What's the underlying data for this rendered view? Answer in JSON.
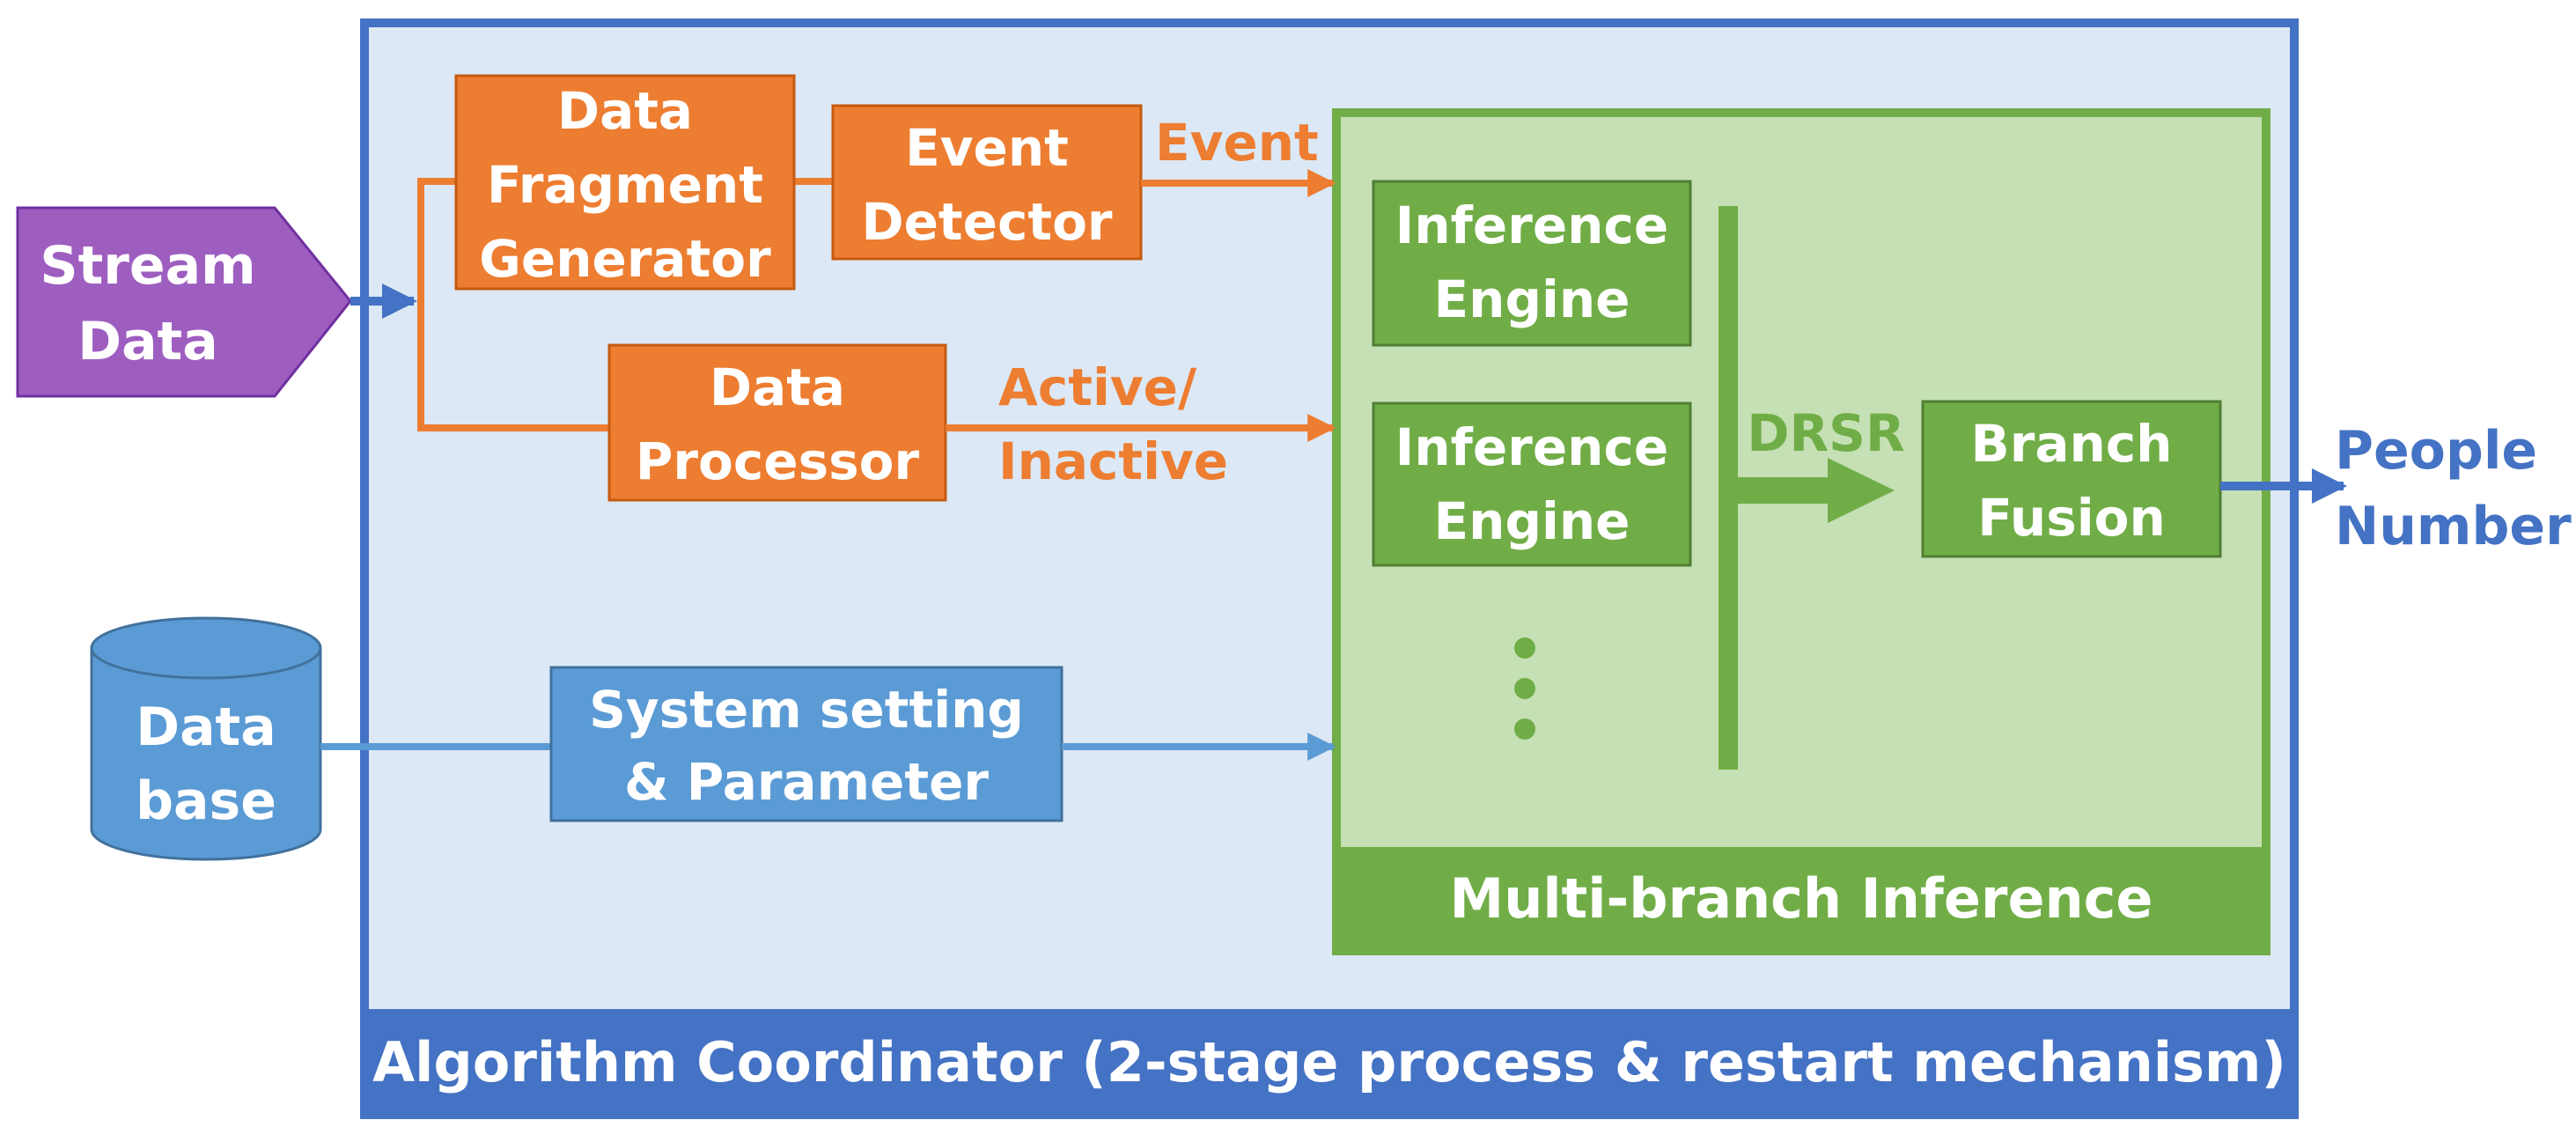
{
  "stream_data": {
    "line1": "Stream",
    "line2": "Data"
  },
  "database": {
    "line1": "Data",
    "line2": "base"
  },
  "data_fragment_generator": {
    "line1": "Data",
    "line2": "Fragment",
    "line3": "Generator"
  },
  "event_detector": {
    "line1": "Event",
    "line2": "Detector"
  },
  "event_label": "Event",
  "data_processor": {
    "line1": "Data",
    "line2": "Processor"
  },
  "active_label": {
    "line1": "Active/",
    "line2": "Inactive"
  },
  "system_setting": {
    "line1": "System setting",
    "line2": "& Parameter"
  },
  "inference_engine_1": {
    "line1": "Inference",
    "line2": "Engine"
  },
  "inference_engine_2": {
    "line1": "Inference",
    "line2": "Engine"
  },
  "drsr_label": "DRSR",
  "branch_fusion": {
    "line1": "Branch",
    "line2": "Fusion"
  },
  "multi_branch_title": "Multi-branch Inference",
  "people_number": {
    "line1": "People",
    "line2": "Number"
  },
  "coordinator_title": "Algorithm Coordinator (2-stage process & restart mechanism)",
  "colors": {
    "blue_dark": "#4472C4",
    "blue_light_fill": "#DCE8F5",
    "blue_mid": "#5B9BD5",
    "orange": "#ED7D31",
    "orange_border": "#C55A11",
    "green": "#70AD47",
    "green_light": "#C5E0B4",
    "green_border": "#507E32",
    "purple": "#9E5EC0"
  }
}
